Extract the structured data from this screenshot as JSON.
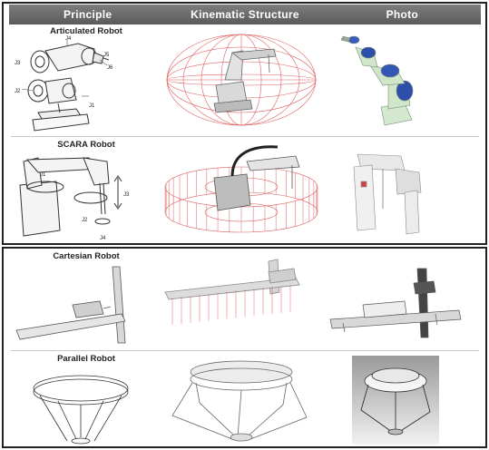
{
  "header": {
    "col_principle": "Principle",
    "col_kinematic": "Kinematic Structure",
    "col_photo": "Photo"
  },
  "rows": [
    {
      "title": "Articulated Robot",
      "joints": [
        "J4",
        "J3",
        "J5",
        "J6",
        "J2",
        "J1"
      ]
    },
    {
      "title": "SCARA Robot",
      "joints": [
        "J1",
        "J2",
        "J3",
        "J4"
      ]
    },
    {
      "title": "Cartesian Robot"
    },
    {
      "title": "Parallel Robot"
    }
  ],
  "colors": {
    "header_bg": "#6b6b6b",
    "workspace_red": "#e05a5a",
    "robot_blue": "#2d4fa8",
    "robot_green": "#cfe6c8"
  }
}
